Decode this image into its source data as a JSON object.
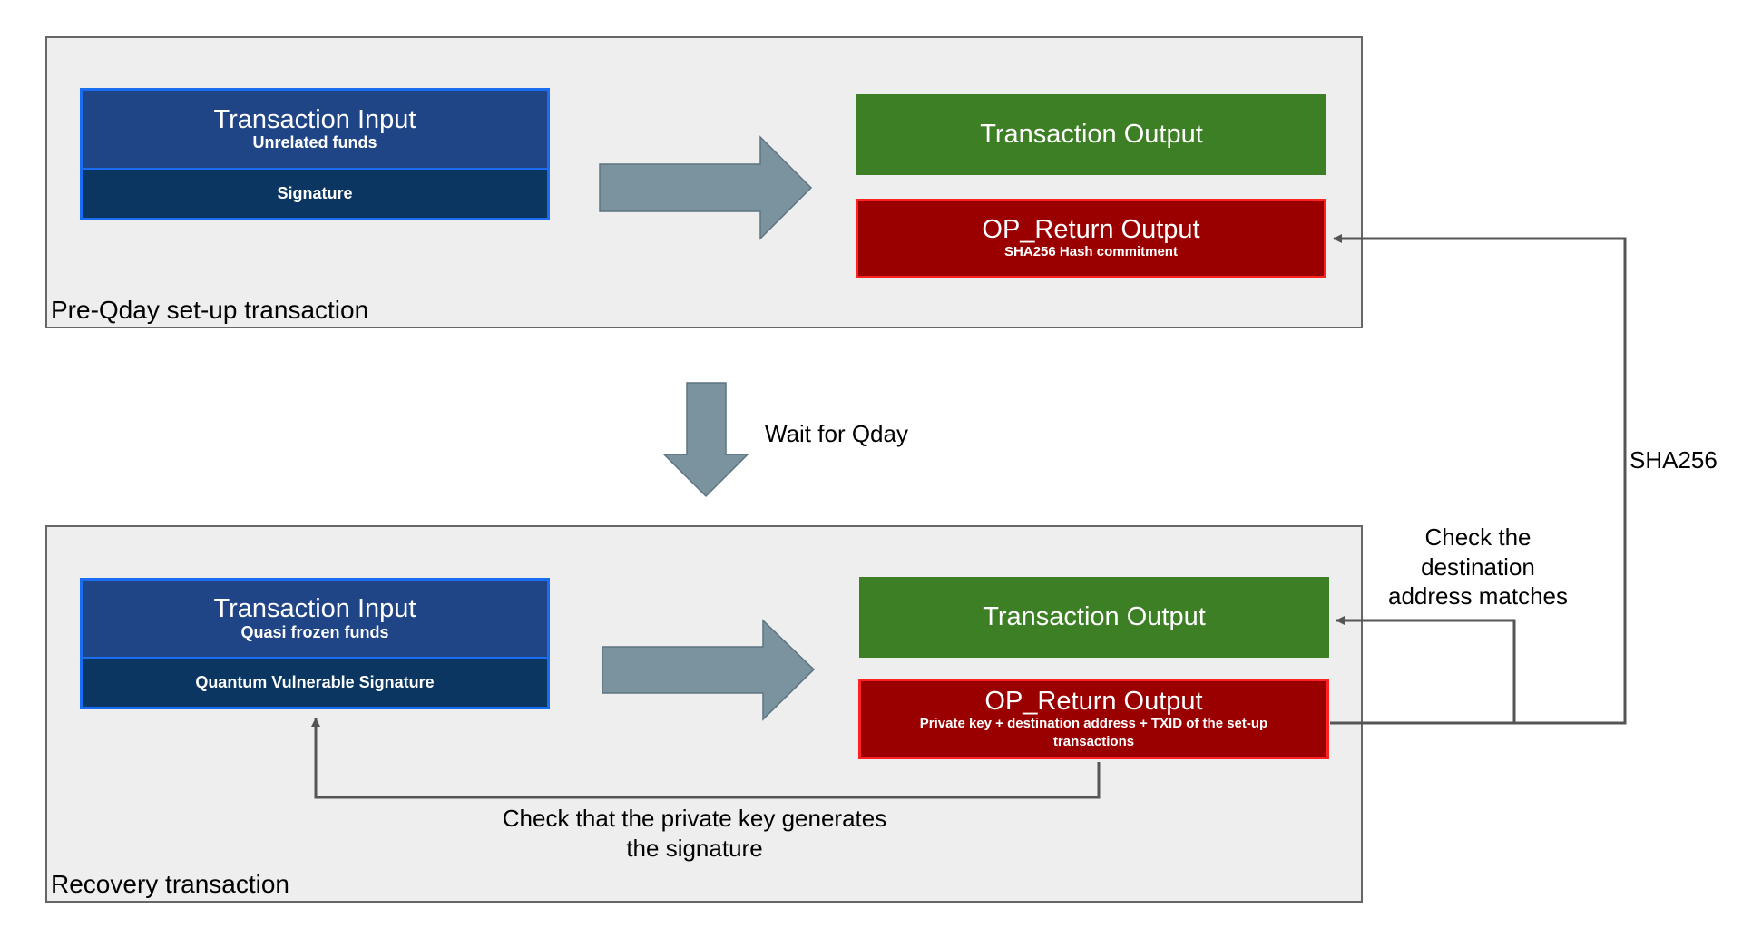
{
  "setup_panel": {
    "label": "Pre-Qday set-up transaction",
    "input": {
      "title": "Transaction Input",
      "subtitle": "Unrelated funds",
      "signature": "Signature"
    },
    "output": {
      "title": "Transaction Output"
    },
    "op_return": {
      "title": "OP_Return Output",
      "subtitle": "SHA256 Hash commitment"
    }
  },
  "wait_label": "Wait for Qday",
  "sha_label": "SHA256",
  "recovery_panel": {
    "label": "Recovery transaction",
    "input": {
      "title": "Transaction Input",
      "subtitle": "Quasi frozen funds",
      "signature": "Quantum Vulnerable Signature"
    },
    "output": {
      "title": "Transaction Output"
    },
    "op_return": {
      "title": "OP_Return Output",
      "subtitle": "Private key + destination address + TXID of the set-up transactions"
    }
  },
  "check_destination": [
    "Check the",
    "destination",
    "address matches"
  ],
  "check_private_key": [
    "Check that the private key generates",
    "the signature"
  ],
  "colors": {
    "input_top": "#1f4587",
    "input_bottom": "#0b3661",
    "input_border": "#1a6cf0",
    "output_green": "#3c7f24",
    "op_return_red": "#9b0000",
    "op_return_border": "#ff2222",
    "flow_arrow": "#7b939f",
    "connector": "#555555",
    "panel_bg": "#eeeeee"
  },
  "icons": {
    "flow_arrow": "block-arrow-right",
    "wait_arrow": "block-arrow-down",
    "connector_head": "arrowhead"
  }
}
